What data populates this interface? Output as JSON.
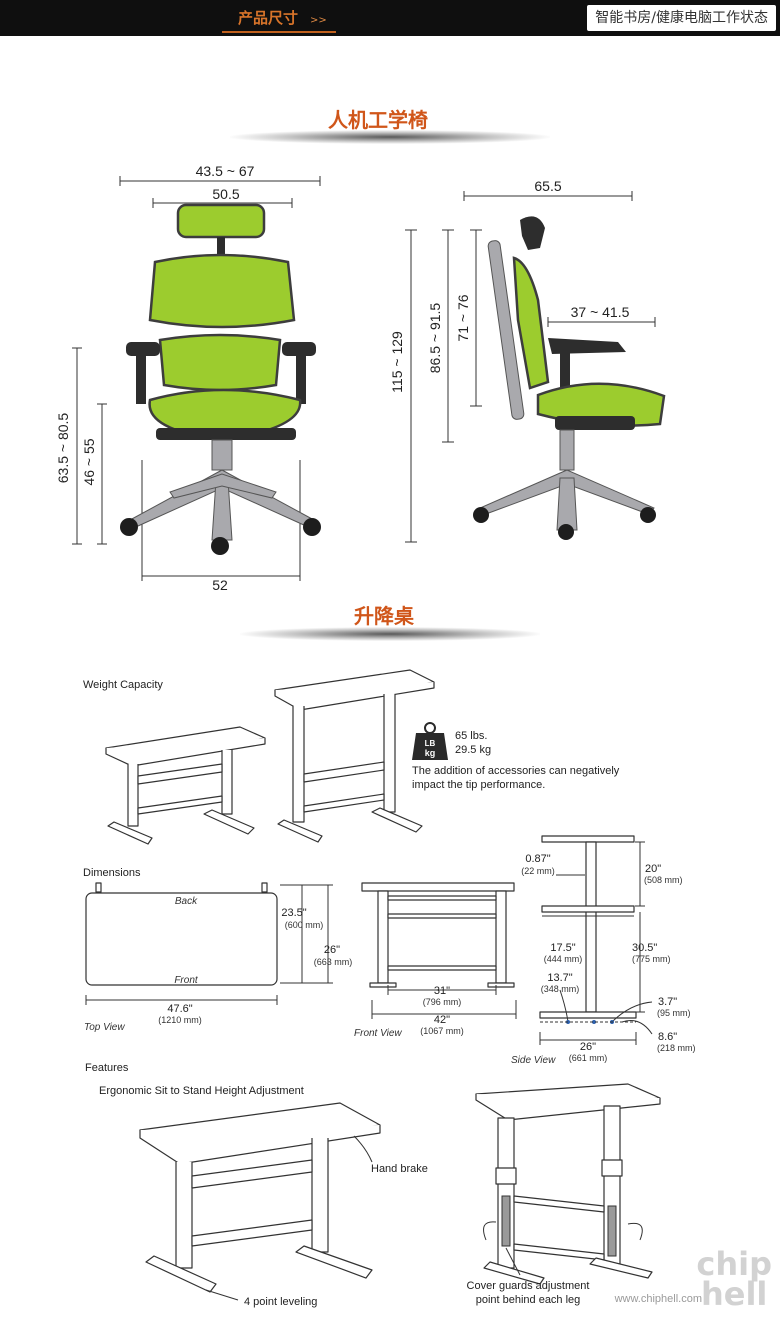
{
  "header": {
    "tab_title": "产品尺寸",
    "tab_arrow": ">>",
    "caption": "智能书房/健康电脑工作状态"
  },
  "chair_section": {
    "title": "人机工学椅",
    "front_dims": {
      "overall_width": "43.5 ~ 67",
      "headrest_width": "50.5",
      "seat_height_total": "63.5 ~ 80.5",
      "seat_height": "46 ~ 55",
      "base_width": "52"
    },
    "side_dims": {
      "depth": "65.5",
      "total_height": "115 ~ 129",
      "back_height": "86.5 ~ 91.5",
      "backrest": "71 ~ 76",
      "armrest_depth": "37 ~ 41.5"
    },
    "colors": {
      "mesh": "#9ccc2e",
      "frame": "#2d2d2d",
      "accent": "#d0561a"
    }
  },
  "desk_section": {
    "title": "升降桌",
    "weight": {
      "heading": "Weight Capacity",
      "icon_top": "LB",
      "icon_bottom": "kg",
      "lbs": "65 lbs.",
      "kg": "29.5 kg",
      "note_line1": "The addition of accessories can negatively",
      "note_line2": "impact the tip performance."
    },
    "dimensions": {
      "heading": "Dimensions",
      "top_view": {
        "back": "Back",
        "front": "Front",
        "depth_in": "23.5\"",
        "depth_mm": "(600 mm)",
        "depth2_in": "26\"",
        "depth2_mm": "(663 mm)",
        "width_in": "47.6\"",
        "width_mm": "(1210 mm)",
        "caption": "Top View"
      },
      "front_view": {
        "inner_in": "31\"",
        "inner_mm": "(796 mm)",
        "outer_in": "42\"",
        "outer_mm": "(1067 mm)",
        "caption": "Front View"
      },
      "side_view": {
        "thick_in": "0.87\"",
        "thick_mm": "(22 mm)",
        "travel_in": "20\"",
        "travel_mm": "(508 mm)",
        "top_in": "17.5\"",
        "top_mm": "(444 mm)",
        "height_in": "30.5\"",
        "height_mm": "(775 mm)",
        "foot_in": "13.7\"",
        "foot_mm": "(348 mm)",
        "offset_in": "3.7\"",
        "offset_mm": "(95 mm)",
        "toe_in": "8.6\"",
        "toe_mm": "(218 mm)",
        "base_in": "26\"",
        "base_mm": "(661 mm)",
        "caption": "Side View"
      }
    },
    "features": {
      "heading": "Features",
      "subheading": "Ergonomic Sit to Stand Height Adjustment",
      "hand_brake": "Hand brake",
      "leveling": "4 point leveling",
      "cover_line1": "Cover guards adjustment",
      "cover_line2": "point behind each leg"
    }
  },
  "watermark": {
    "logo_line1": "chip",
    "logo_line2": "hell",
    "url": "www.chiphell.com"
  }
}
